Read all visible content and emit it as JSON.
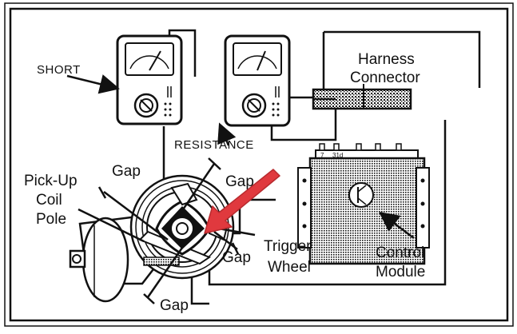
{
  "labels": {
    "short": "SHORT",
    "resistance": "RESISTANCE",
    "harness_line1": "Harness",
    "harness_line2": "Connector",
    "pickup_line1": "Pick-Up",
    "pickup_line2": "Coil",
    "pickup_line3": "Pole",
    "gap_top": "Gap",
    "gap_upper_right": "Gap",
    "gap_right": "Gap",
    "gap_bottom": "Gap",
    "trigger_line1": "Trigger",
    "trigger_line2": "Wheel",
    "control_line1": "Control",
    "control_line2": "Module",
    "pin_7": "7",
    "pin_31d": "31d"
  },
  "colors": {
    "ink": "#111111",
    "paper": "#ffffff",
    "arrow": "#e0393e",
    "arrow_outline": "#b82a2e"
  },
  "icons": {
    "callout": "red-arrow-icon",
    "transistor": "transistor-icon"
  }
}
